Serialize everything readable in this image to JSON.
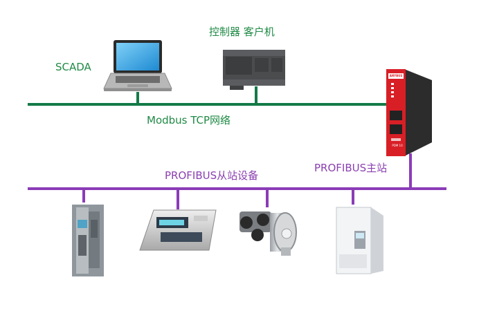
{
  "colors": {
    "modbus_bus": "#147a47",
    "profibus_bus": "#8b3cb7",
    "modbus_text": "#1f8a45",
    "profibus_text": "#8a3fb0"
  },
  "labels": {
    "scada": "SCADA",
    "controller_client": "控制器  客户机",
    "modbus_network": "Modbus  TCP网络",
    "profibus_master": "PROFIBUS主站",
    "profibus_slaves": "PROFIBUS从站设备"
  },
  "gateway": {
    "brand": "ANYBUS",
    "model": "PDM 10"
  },
  "devices": [
    {
      "icon": "laptop-icon"
    },
    {
      "icon": "plc-controller-icon"
    },
    {
      "icon": "gateway-device-icon"
    },
    {
      "icon": "io-module-icon"
    },
    {
      "icon": "weighing-indicator-icon"
    },
    {
      "icon": "rotary-encoder-icon"
    },
    {
      "icon": "frequency-drive-icon"
    }
  ]
}
